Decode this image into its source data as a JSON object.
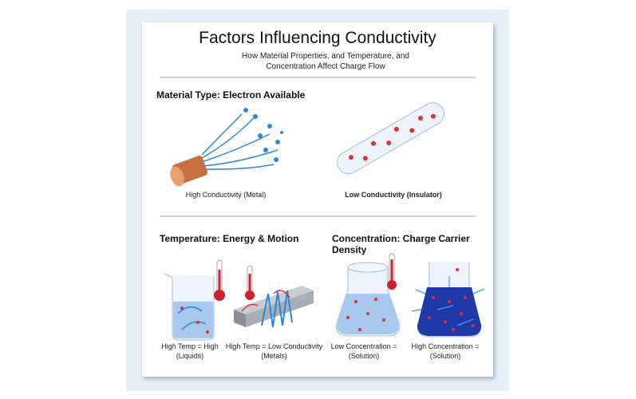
{
  "title": "Factors Influencing Conductivity",
  "subtitle_line1": "How Material Properties, and Temperature, and",
  "subtitle_line2": "Concentration Affect Charge Flow",
  "material": {
    "heading": "Material Type: Electron Available",
    "metal_caption": "High Conductivity (Metal)",
    "insulator_caption": "Low Conductivity (Insulator)"
  },
  "temperature": {
    "heading": "Temperature: Energy & Motion",
    "liquid_caption_1": "High Temp = High",
    "liquid_caption_2": "(Liquids)",
    "metal_caption_1": "High Temp = Low Conductivity",
    "metal_caption_2": "(Metals)"
  },
  "concentration": {
    "heading": "Concentration: Charge Carrier Density",
    "low_caption_1": "Low Concentration =",
    "low_caption_2": "(Solution)",
    "high_caption_1": "High Concentration =",
    "high_caption_2": "(Solution)"
  },
  "colors": {
    "electron": "#2a8ad8",
    "ion": "#e03030",
    "copper": "#c8703e",
    "background": "#e6eef7"
  }
}
